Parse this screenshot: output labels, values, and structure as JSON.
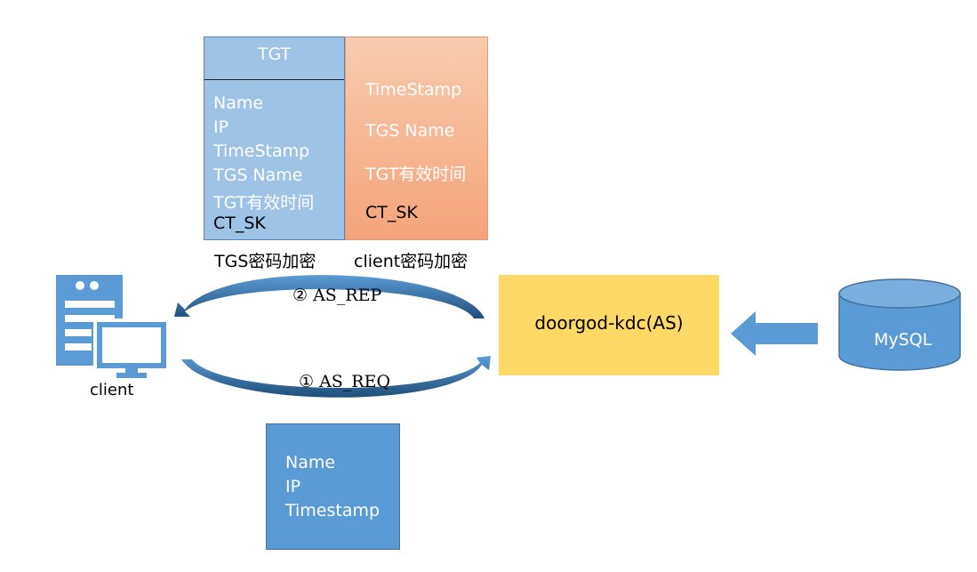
{
  "tgt_box": {
    "header": "TGT",
    "fields": [
      "Name",
      "IP",
      "TimeStamp",
      "TGS Name",
      "TGT有效时间",
      "CT_SK"
    ],
    "caption": "TGS密码加密"
  },
  "client_key_box": {
    "fields": [
      "TimeStamp",
      "TGS Name",
      "TGT有效时间",
      "CT_SK"
    ],
    "caption": "client密码加密"
  },
  "client": {
    "label": "client",
    "icon": "client-computer-icon"
  },
  "kdc": {
    "label": "doorgod-kdc(AS)"
  },
  "database": {
    "label": "MySQL",
    "icon": "database-cylinder-icon"
  },
  "messages": {
    "as_rep": "② AS_REP",
    "as_req": "① AS_REQ"
  },
  "request_box": {
    "fields": [
      "Name",
      "IP",
      "Timestamp"
    ]
  },
  "colors": {
    "blue": "#5b9bd5",
    "light_blue": "#9dc3e6",
    "orange": "#f4b183",
    "yellow": "#ffd966"
  }
}
